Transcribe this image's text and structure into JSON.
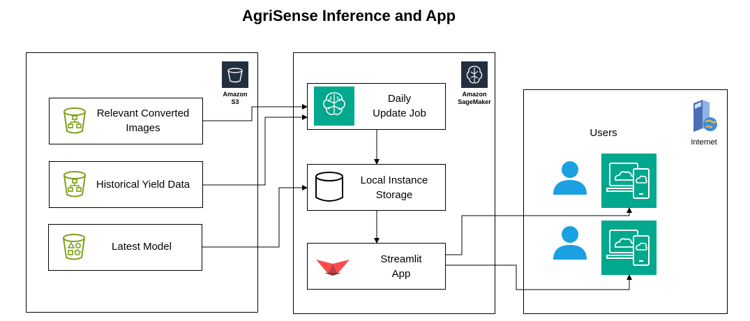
{
  "title": "AgriSense Inference and App",
  "s3": {
    "service_label_1": "Amazon",
    "service_label_2": "S3",
    "items": [
      {
        "label_1": "Relevant Converted",
        "label_2": "Images"
      },
      {
        "label_1": "Historical Yield Data"
      },
      {
        "label_1": "Latest Model"
      }
    ]
  },
  "sagemaker": {
    "service_label_1": "Amazon",
    "service_label_2": "SageMaker",
    "job": {
      "label_1": "Daily",
      "label_2": "Update Job"
    },
    "storage": {
      "label_1": "Local Instance",
      "label_2": "Storage"
    },
    "app": {
      "label_1": "Streamlit",
      "label_2": "App"
    }
  },
  "users_panel": {
    "users_label": "Users",
    "internet_label": "Internet"
  },
  "colors": {
    "s3_green": "#7AA116",
    "sagemaker_teal": "#01A88D",
    "user_blue": "#1BA1E2",
    "streamlit_red": "#FF4B4B",
    "aws_dark": "#232F3E"
  }
}
